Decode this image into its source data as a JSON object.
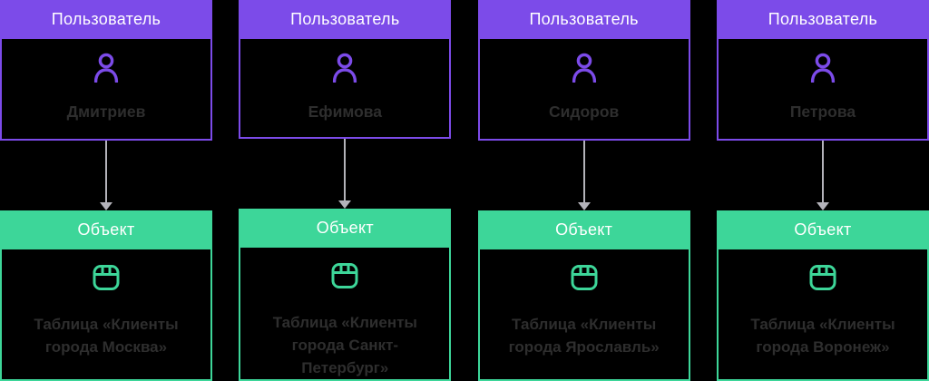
{
  "colors": {
    "background": "#000000",
    "purple": "#7c4be9",
    "green": "#3dd699",
    "arrow_gray": "#b4b3ba",
    "body_text": "#2e2e2e",
    "header_text": "#ffffff",
    "card_background": "#000000"
  },
  "icons": {
    "user": "user-icon",
    "object": "table-icon"
  },
  "columns": [
    {
      "user_label": "Пользователь",
      "user_name": "Дмитриев",
      "object_label": "Объект",
      "object_name": "Таблица «Клиенты города Москва»"
    },
    {
      "user_label": "Пользователь",
      "user_name": "Ефимова",
      "object_label": "Объект",
      "object_name": "Таблица «Клиенты города Санкт-Петербург»"
    },
    {
      "user_label": "Пользователь",
      "user_name": "Сидоров",
      "object_label": "Объект",
      "object_name": "Таблица «Клиенты города Ярославль»"
    },
    {
      "user_label": "Пользователь",
      "user_name": "Петрова",
      "object_label": "Объект",
      "object_name": "Таблица «Клиенты города Воронеж»"
    }
  ]
}
